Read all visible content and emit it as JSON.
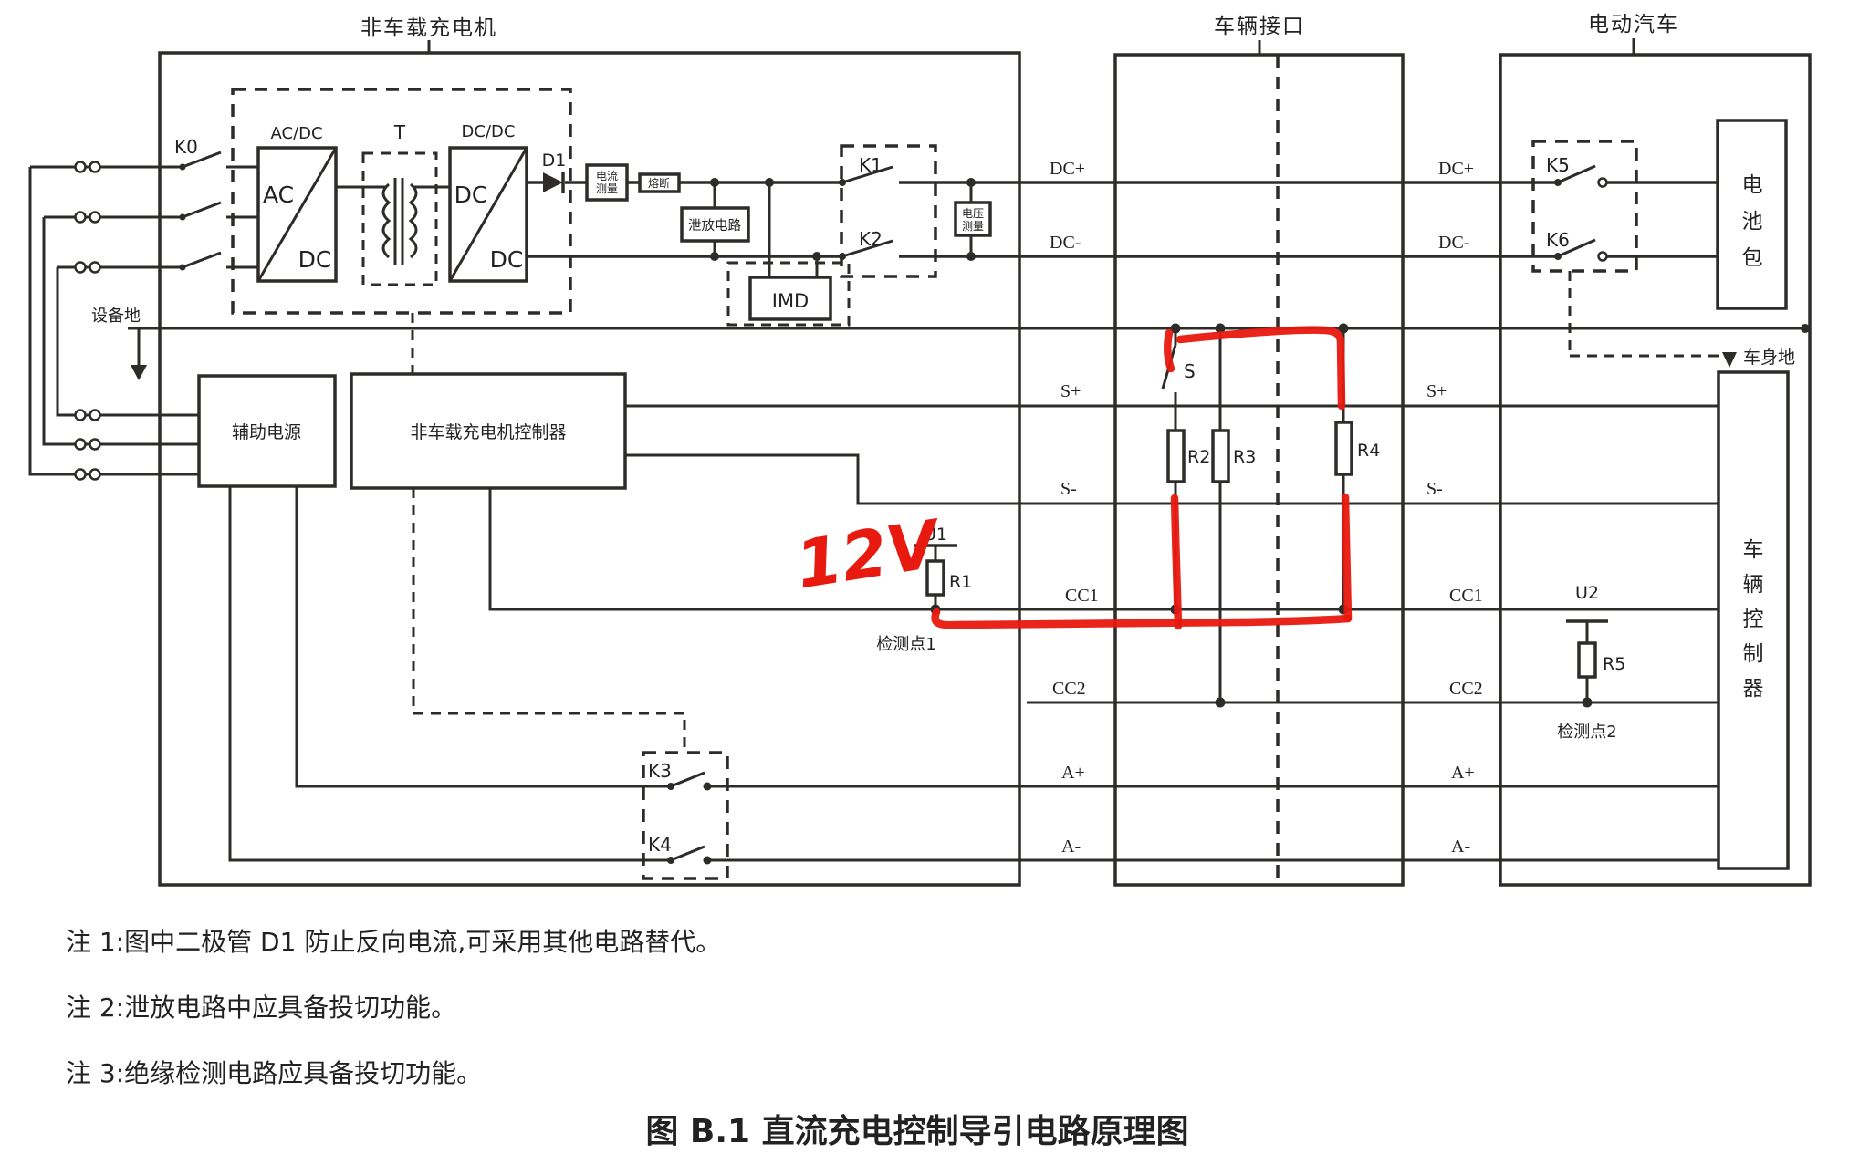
{
  "headers": {
    "charger": "非车载充电机",
    "interface": "车辆接口",
    "ev": "电动汽车"
  },
  "wire_labels": {
    "dc_plus": "DC+",
    "dc_minus": "DC-",
    "s_plus": "S+",
    "s_minus": "S-",
    "cc1": "CC1",
    "cc2": "CC2",
    "a_plus": "A+",
    "a_minus": "A-"
  },
  "charger": {
    "k0": "K0",
    "ac_dc": "AC/DC",
    "ac": "AC",
    "dc": "DC",
    "t": "T",
    "dc_dc": "DC/DC",
    "dc_in": "DC",
    "dc_out": "DC",
    "d1": "D1",
    "current_measure": "电流测量",
    "fuse": "熔断",
    "bleed_circuit": "泄放电路",
    "imd": "IMD",
    "k1": "K1",
    "k2": "K2",
    "voltage_measure": "电压测量",
    "equipment_ground": "设备地",
    "aux_power": "辅助电源",
    "controller": "非车载充电机控制器",
    "u1": "U1",
    "r1": "R1",
    "detect_point1": "检测点1",
    "k3": "K3",
    "k4": "K4"
  },
  "interface": {
    "s": "S",
    "r2": "R2",
    "r3": "R3",
    "r4": "R4"
  },
  "ev": {
    "k5": "K5",
    "k6": "K6",
    "battery_pack": "电池包",
    "body_ground": "车身地",
    "u2": "U2",
    "r5": "R5",
    "detect_point2": "检测点2",
    "vehicle_controller": "车辆控制器"
  },
  "annotation": {
    "voltage": "12V",
    "color": "#e8190f"
  },
  "notes": [
    "注 1:图中二极管 D1 防止反向电流,可采用其他电路替代。",
    "注 2:泄放电路中应具备投切功能。",
    "注 3:绝缘检测电路应具备投切功能。"
  ],
  "caption": "图 B.1  直流充电控制导引电路原理图",
  "colors": {
    "ink": "#2e2c29",
    "red": "#e8190f",
    "background": "#ffffff"
  }
}
